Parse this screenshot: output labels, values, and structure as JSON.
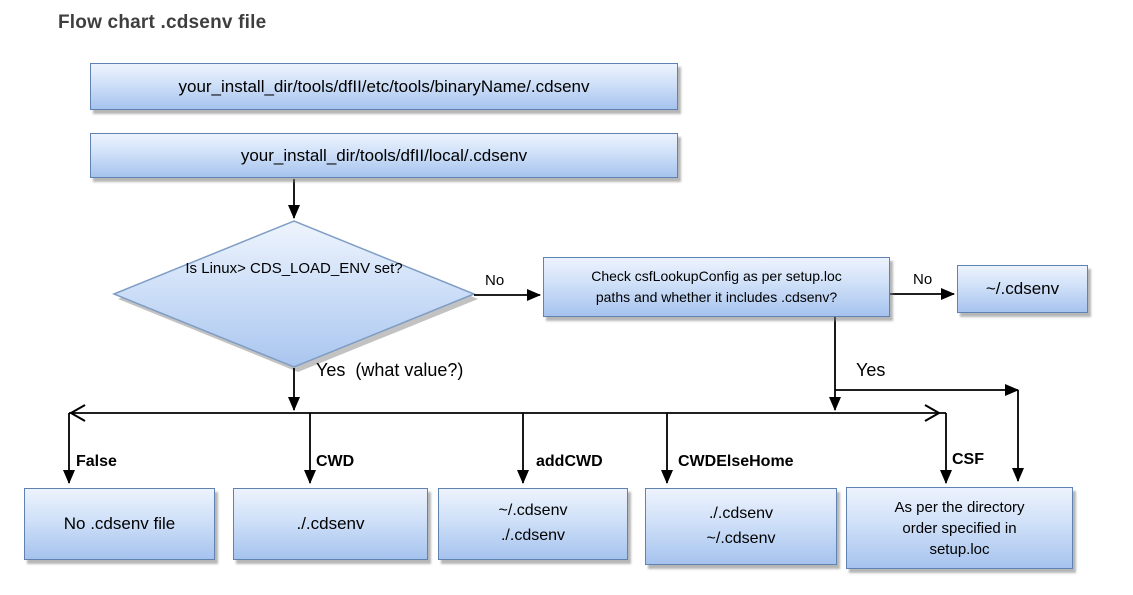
{
  "title": "Flow chart .cdsenv file",
  "nodes": {
    "path_binary": {
      "label": "your_install_dir/tools/dfII/etc/tools/binaryName/.cdsenv"
    },
    "path_local": {
      "label": "your_install_dir/tools/dfII/local/.cdsenv"
    },
    "decision_load_env": {
      "lines": [
        "Is Linux>",
        "CDS_LOAD_ENV set?"
      ]
    },
    "check_csf_lookup": {
      "lines": [
        "Check csfLookupConfig as per setup.loc",
        "paths and whether it includes .cdsenv?"
      ]
    },
    "result_home": {
      "label": "~/.cdsenv"
    },
    "result_false": {
      "label": "No .cdsenv file"
    },
    "result_cwd": {
      "label": "./.cdsenv"
    },
    "result_addcwd": {
      "lines": [
        "~/.cdsenv",
        "./.cdsenv"
      ]
    },
    "result_cwdelsehome": {
      "lines": [
        "./.cdsenv",
        "~/.cdsenv"
      ]
    },
    "result_csf": {
      "lines": [
        "As per the directory",
        "order specified in",
        "setup.loc"
      ]
    }
  },
  "edge_labels": {
    "no_decision": "No",
    "no_check": "No",
    "yes_decision": "Yes  (what value?)",
    "yes_check": "Yes",
    "branch_false": "False",
    "branch_cwd": "CWD",
    "branch_addcwd": "addCWD",
    "branch_cwdelsehome": "CWDElseHome",
    "branch_csf": "CSF"
  },
  "colors": {
    "node_fill_top": "#edf3fd",
    "node_fill_bottom": "#a6c3ee",
    "node_border": "#5f82b0",
    "diamond_border": "#7f9dc4",
    "connector": "#000000",
    "title_text": "#3f3f3f",
    "shadow": "#9a9a9a"
  }
}
